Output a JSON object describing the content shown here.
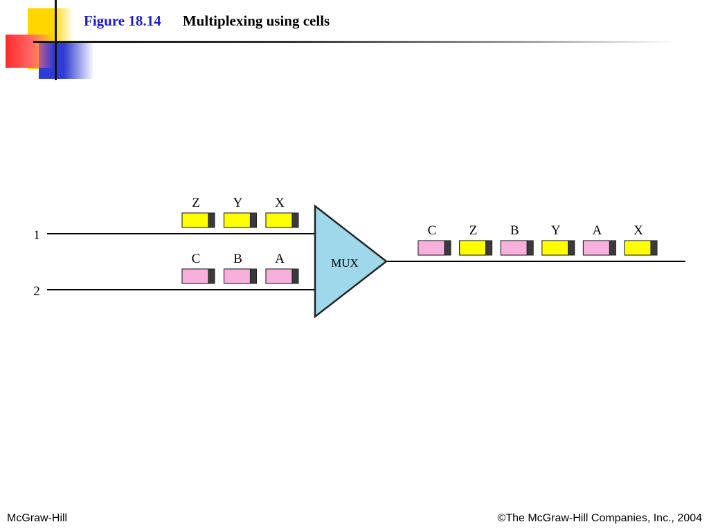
{
  "header": {
    "figure_number": "Figure 18.14",
    "figure_title": "Multiplexing using cells"
  },
  "diagram": {
    "mux_label": "MUX",
    "input_lines": [
      {
        "label": "1",
        "cells": [
          {
            "label": "Z",
            "color": "yellow"
          },
          {
            "label": "Y",
            "color": "yellow"
          },
          {
            "label": "X",
            "color": "yellow"
          }
        ]
      },
      {
        "label": "2",
        "cells": [
          {
            "label": "C",
            "color": "pink"
          },
          {
            "label": "B",
            "color": "pink"
          },
          {
            "label": "A",
            "color": "pink"
          }
        ]
      }
    ],
    "output_cells": [
      {
        "label": "C",
        "color": "pink"
      },
      {
        "label": "Z",
        "color": "yellow"
      },
      {
        "label": "B",
        "color": "pink"
      },
      {
        "label": "Y",
        "color": "yellow"
      },
      {
        "label": "A",
        "color": "pink"
      },
      {
        "label": "X",
        "color": "yellow"
      }
    ]
  },
  "colors": {
    "figure_number": "#1a1ad4",
    "yellow_cell": "#ffff00",
    "pink_cell": "#f7b0dc",
    "cell_header": "#3a3a3a",
    "mux_fill": "#9ed8ea"
  },
  "footer": {
    "left": "McGraw-Hill",
    "right": "©The McGraw-Hill Companies, Inc., 2004"
  }
}
